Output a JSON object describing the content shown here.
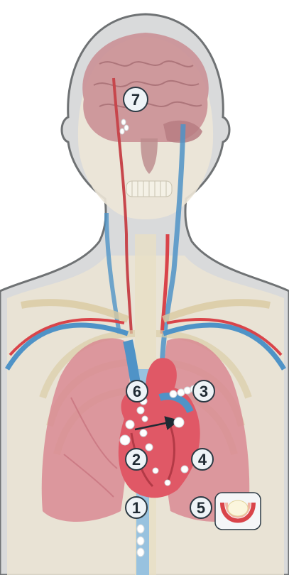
{
  "colors": {
    "silhouette": "#b7b8b9",
    "silhouette_outline": "#6f7274",
    "skin": "#e8e0cf",
    "bone": "#eae2c6",
    "brain": "#c7898f",
    "lung": "#d98a93",
    "heart": "#e05866",
    "artery": "#d9444a",
    "vein": "#4f93c7",
    "embolus": "#ffffff",
    "label_fill": "#eef3f7",
    "label_stroke": "#2c3a44"
  },
  "icons": [
    "brain-icon",
    "heart-icon",
    "lungs-icon",
    "blood-vessel-cross-section-icon"
  ],
  "labels": {
    "l1": "1",
    "l2": "2",
    "l3": "3",
    "l4": "4",
    "l5": "5",
    "l6": "6",
    "l7": "7"
  }
}
